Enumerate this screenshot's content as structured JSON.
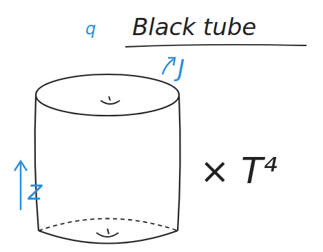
{
  "diagram": {
    "title": "Black tube",
    "labels": [
      "q",
      "J",
      "z",
      "× T⁴"
    ]
  }
}
